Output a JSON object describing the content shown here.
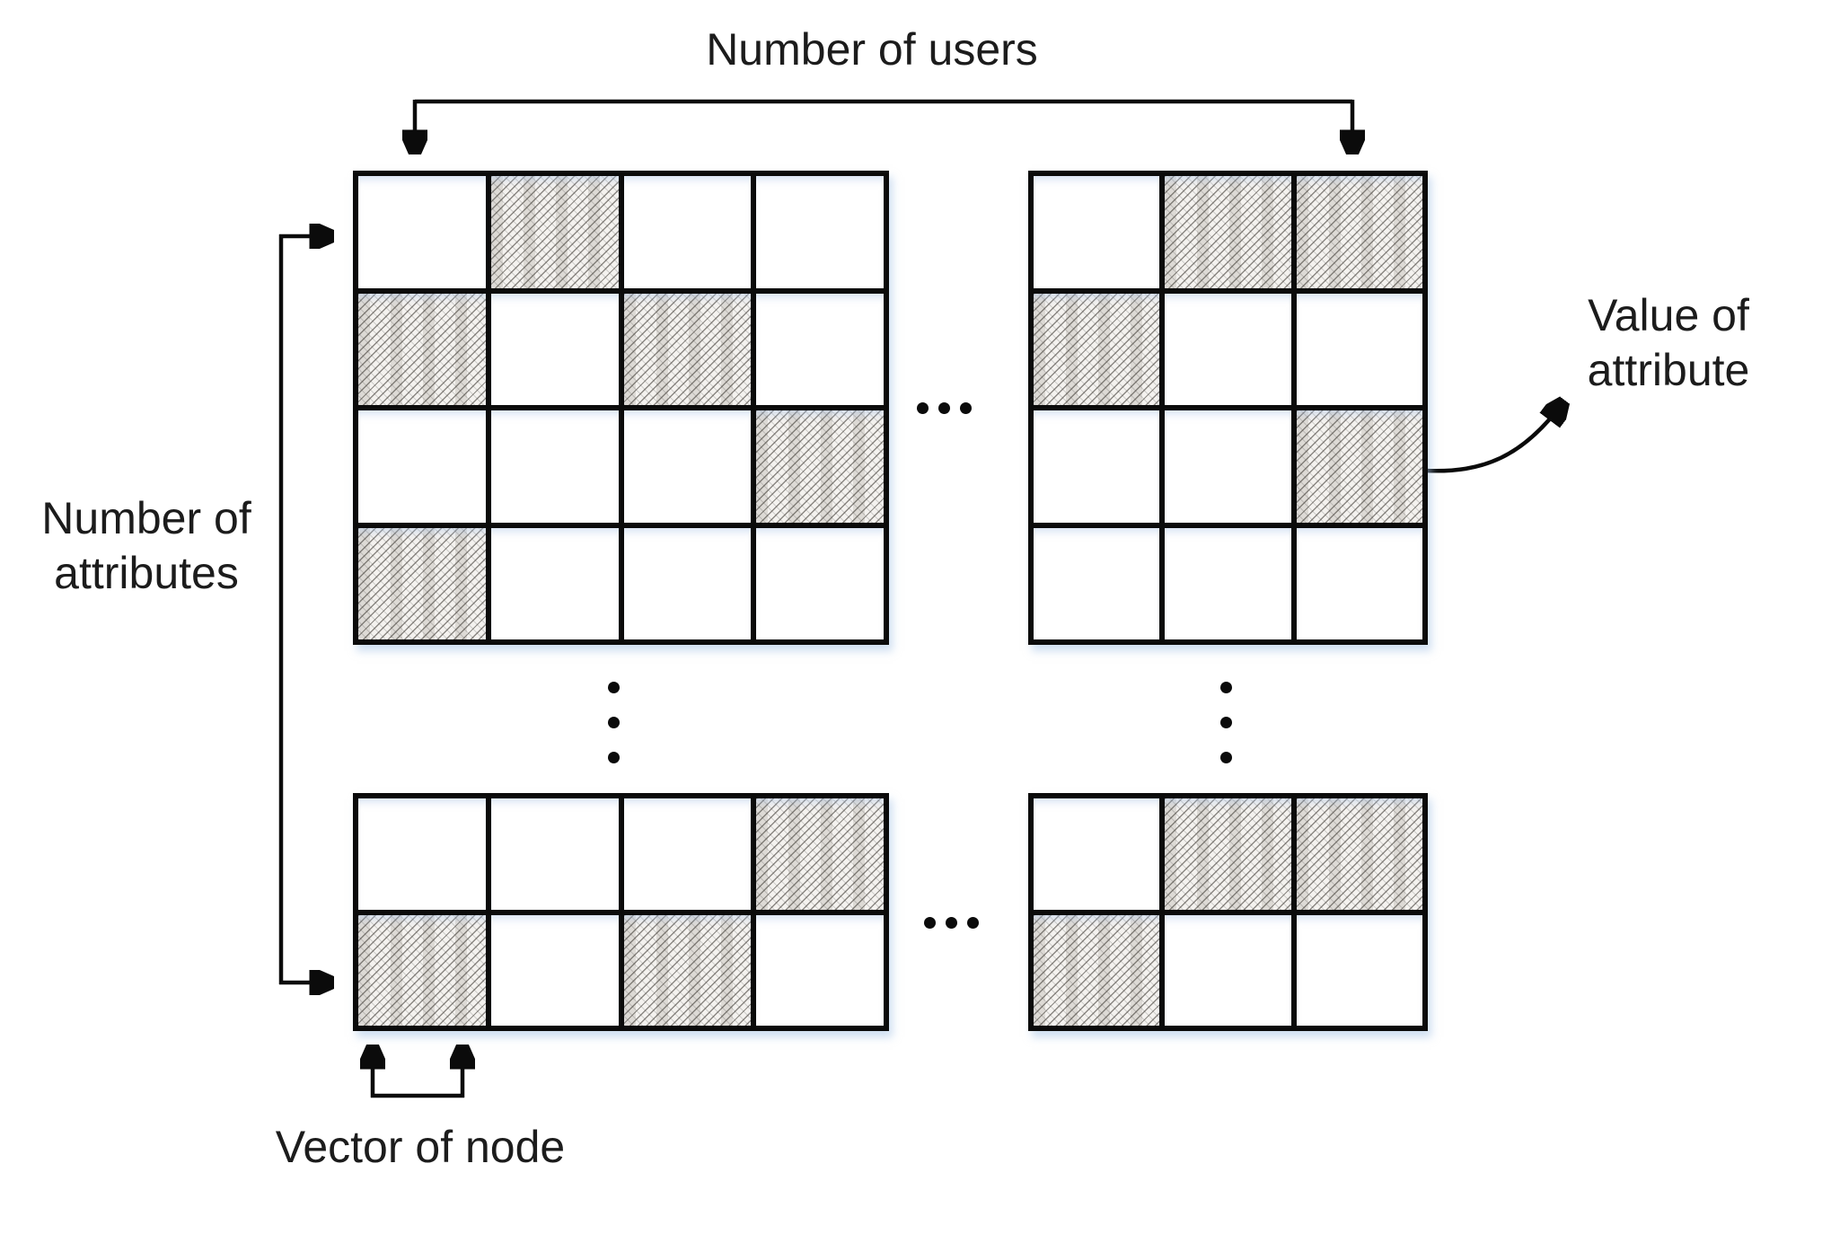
{
  "labels": {
    "number_of_users": "Number of users",
    "number_of_attributes": "Number of\nattributes",
    "value_of_attribute": "Value of\nattribute",
    "vector_of_node": "Vector of node"
  },
  "grids": {
    "top_left": {
      "rows": 4,
      "cols": 4,
      "shaded": [
        [
          0,
          1,
          0,
          0
        ],
        [
          1,
          0,
          1,
          0
        ],
        [
          0,
          0,
          0,
          1
        ],
        [
          1,
          0,
          0,
          0
        ]
      ]
    },
    "top_right": {
      "rows": 4,
      "cols": 3,
      "shaded": [
        [
          0,
          1,
          1
        ],
        [
          1,
          0,
          0
        ],
        [
          0,
          0,
          1
        ],
        [
          0,
          0,
          0
        ]
      ]
    },
    "bottom_left": {
      "rows": 2,
      "cols": 4,
      "shaded": [
        [
          0,
          0,
          0,
          1
        ],
        [
          1,
          0,
          1,
          0
        ]
      ]
    },
    "bottom_right": {
      "rows": 2,
      "cols": 3,
      "shaded": [
        [
          0,
          1,
          1
        ],
        [
          1,
          0,
          0
        ]
      ]
    }
  },
  "ellipses": {
    "between_top_grids": {
      "orientation": "horizontal",
      "count": 3
    },
    "between_bottom_grids": {
      "orientation": "horizontal",
      "count": 3
    },
    "below_top_left_grid": {
      "orientation": "vertical",
      "count": 3
    },
    "below_top_right_grid": {
      "orientation": "vertical",
      "count": 3
    }
  },
  "colors": {
    "background": "#ffffff",
    "line": "#0b0b0b",
    "text": "#1c1c1c",
    "hatch_fill": "#f4f2ef",
    "glow_blue": "#cfdff2"
  }
}
